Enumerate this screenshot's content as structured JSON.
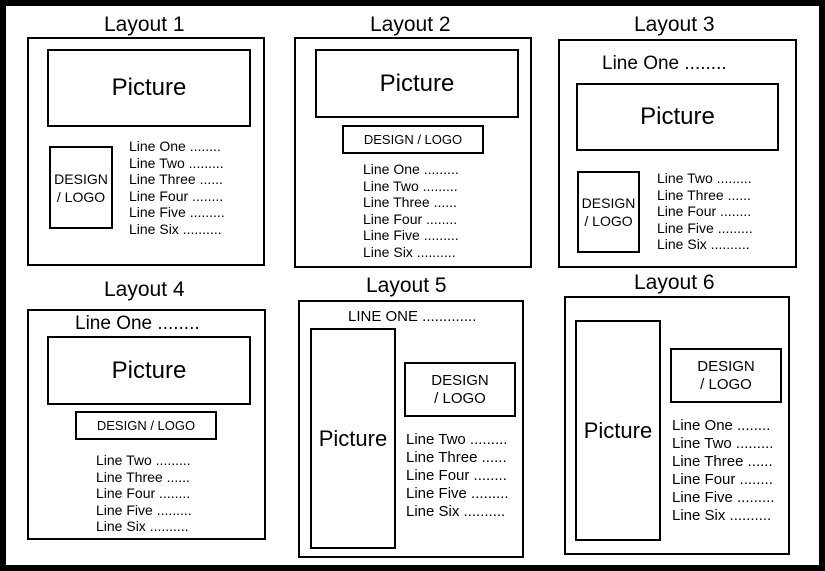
{
  "colors": {
    "stroke": "#000000",
    "background": "#ffffff"
  },
  "layouts": [
    {
      "title": "Layout 1",
      "picture": "Picture",
      "logo": [
        "DESIGN",
        "/ LOGO"
      ],
      "lines": [
        "Line One ........",
        "Line Two .........",
        "Line Three ......",
        "Line Four ........",
        "Line Five .........",
        "Line Six .........."
      ]
    },
    {
      "title": "Layout 2",
      "picture": "Picture",
      "logo": "DESIGN / LOGO",
      "lines": [
        "Line One .........",
        "Line Two .........",
        "Line Three ......",
        "Line Four ........",
        "Line Five .........",
        "Line Six .........."
      ]
    },
    {
      "title": "Layout 3",
      "headline": "Line One ........",
      "picture": "Picture",
      "logo": [
        "DESIGN",
        "/ LOGO"
      ],
      "lines": [
        "Line Two .........",
        "Line Three ......",
        "Line Four ........",
        "Line Five .........",
        "Line Six .........."
      ]
    },
    {
      "title": "Layout 4",
      "headline": "Line One ........",
      "picture": "Picture",
      "logo": "DESIGN / LOGO",
      "lines": [
        "Line Two .........",
        "Line Three ......",
        "Line Four ........",
        "Line Five .........",
        "Line Six .........."
      ]
    },
    {
      "title": "Layout 5",
      "headline": "LINE ONE .............",
      "picture": "Picture",
      "logo": [
        "DESIGN",
        "/ LOGO"
      ],
      "lines": [
        "Line Two .........",
        "Line Three ......",
        "Line Four ........",
        "Line Five .........",
        "Line Six .........."
      ]
    },
    {
      "title": "Layout 6",
      "picture": "Picture",
      "logo": [
        "DESIGN",
        "/ LOGO"
      ],
      "lines": [
        "Line One ........",
        "Line Two .........",
        "Line Three ......",
        "Line Four ........",
        "Line Five .........",
        "Line Six .........."
      ]
    }
  ]
}
